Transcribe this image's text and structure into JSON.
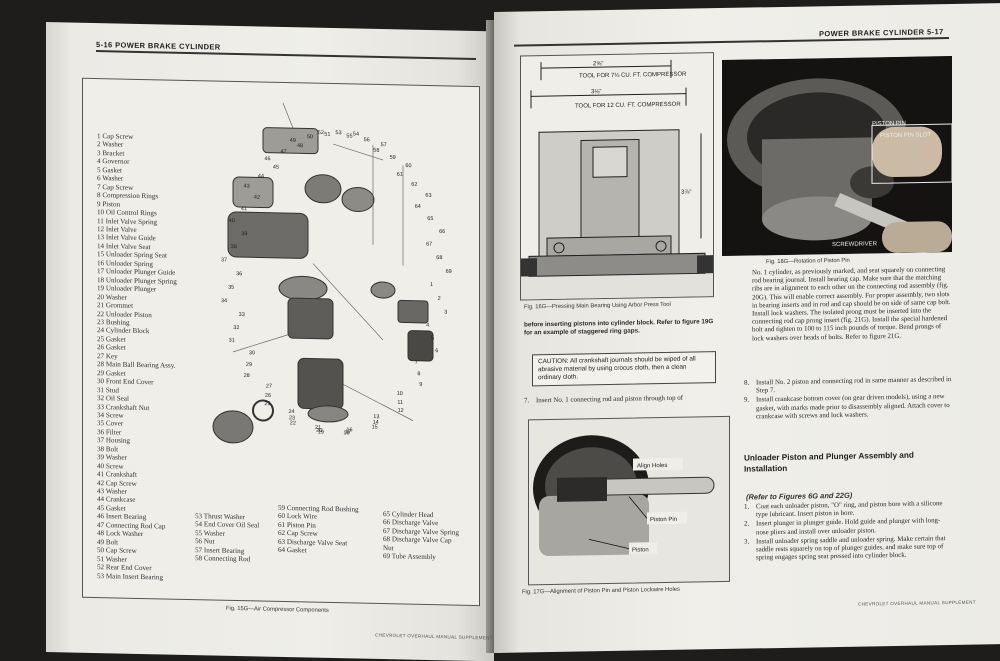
{
  "left_page": {
    "header": "5-16 POWER BRAKE CYLINDER",
    "legend_col1": [
      "1  Cap Screw",
      "2  Washer",
      "3  Bracket",
      "4  Governor",
      "5  Gasket",
      "6  Washer",
      "7  Cap Screw",
      "8  Compression Rings",
      "9  Piston",
      "10  Oil Control Rings",
      "11  Inlet Valve Spring",
      "12  Inlet Valve",
      "13  Inlet Valve Guide",
      "14  Inlet Valve Seat",
      "15  Unloader Spring Seat",
      "16  Unloader Spring",
      "17  Unloader Plunger Guide",
      "18  Unloader Plunger Spring",
      "19  Unloader Plunger",
      "20  Washer",
      "21  Grommet",
      "22  Unloader Piston",
      "23  Bushing",
      "24  Cylinder Block",
      "25  Gasket",
      "26  Gasket",
      "27  Key",
      "28  Main Ball Bearing Assy.",
      "29  Gasket",
      "30  Front End Cover",
      "31  Stud",
      "32  Oil Seal",
      "33  Crankshaft Nut",
      "34  Screw",
      "35  Cover",
      "36  Filter",
      "37  Housing",
      "38  Bolt",
      "39  Washer",
      "40  Screw",
      "41  Crankshaft",
      "42  Cap Screw",
      "43  Washer",
      "44  Crankcase",
      "45  Gasket",
      "46  Insert Bearing",
      "47  Connecting Rod Cap",
      "48  Lock Washer",
      "49  Bolt",
      "50  Cap Screw",
      "51  Washer",
      "52  Rear End Cover",
      "53  Main Insert Bearing"
    ],
    "legend_col2": [
      "53  Thrust Washer",
      "54  End Cover Oil Seal",
      "55  Washer",
      "56  Nut",
      "57  Insert Bearing",
      "58  Connecting Rod"
    ],
    "legend_col3": [
      "59  Connecting Rod Bushing",
      "60  Lock Wire",
      "61  Piston Pin",
      "62  Cap Screw",
      "63  Discharge Valve Seat",
      "64  Gasket"
    ],
    "legend_col4": [
      "65  Cylinder Head",
      "66  Discharge Valve",
      "67  Discharge Valve Spring",
      "68  Discharge Valve Cap",
      "    Nut",
      "69  Tube Assembly"
    ],
    "figure_caption": "Fig. 15G—Air Compressor Components",
    "callout_numbers": [
      "1",
      "2",
      "3",
      "4",
      "5",
      "6",
      "7",
      "8",
      "9",
      "10",
      "11",
      "12",
      "13",
      "14",
      "15",
      "16",
      "17",
      "18",
      "19",
      "20",
      "21",
      "22",
      "23",
      "24",
      "25",
      "26",
      "27",
      "28",
      "29",
      "30",
      "31",
      "32",
      "33",
      "34",
      "35",
      "36",
      "37",
      "38",
      "39",
      "40",
      "41",
      "42",
      "43",
      "44",
      "45",
      "46",
      "47",
      "48",
      "49",
      "50",
      "51",
      "52",
      "53",
      "54",
      "55",
      "56",
      "57",
      "58",
      "59",
      "60",
      "61",
      "62",
      "63",
      "64",
      "65",
      "66",
      "67",
      "68",
      "69"
    ]
  },
  "right_page": {
    "header": "POWER BRAKE CYLINDER 5-17",
    "fig16g": {
      "dim_top": "2⅝\"",
      "tool_7": "TOOL FOR 7¼ CU. FT. COMPRESSOR",
      "dim_mid": "3⅛\"",
      "tool_12": "TOOL FOR 12 CU. FT. COMPRESSOR",
      "dim_side": "3⅞\"",
      "caption": "Fig. 16G—Pressing Main Bearing Using Arbor Press Tool"
    },
    "fig18g": {
      "piston_pin": "PISTON PIN",
      "slot": "PISTON PIN SLOT",
      "screwdriver": "SCREWDRIVER",
      "caption": "Fig. 18G—Rotation of Piston Pin"
    },
    "intro_text": "before inserting pistons into cylinder block. Refer to figure 19G for an example of staggered ring gaps.",
    "caution": "CAUTION: All crankshaft journals should be wiped of all abrasive material by using crocus cloth, then a clean ordinary cloth.",
    "step7": {
      "num": "7.",
      "text": "Insert No. 1 connecting rod and piston through top of"
    },
    "fig17g": {
      "align_holes": "Align Holes",
      "piston_pin": "Piston Pin",
      "piston": "Piston",
      "caption": "Fig. 17G—Alignment of Piston Pin and Piston Lockwire Holes"
    },
    "continued_text": "No. 1 cylinder, as previously marked, and seat squarely on connecting rod bearing journal. Install bearing cap. Make sure that the matching ribs are in alignment to each other on the connecting rod assembly (fig. 20G). This will enable correct assembly. For proper assembly, two slots in bearing inserts and in rod and cap should be on side of same cap bolt. Install lock washers. The isolated prong must be inserted into the connecting rod cap prong insert (fig. 21G). Install the special hardened bolt and tighten to 100 to 115 inch pounds of torque. Bend prongs of lock washers over heads of bolts. Refer to figure 21G.",
    "steps_8_9": [
      {
        "num": "8.",
        "text": "Install No. 2 piston and connecting rod in same manner as described in Step 7."
      },
      {
        "num": "9.",
        "text": "Install crankcase bottom cover (on gear driven models), using a new gasket, with marks made prior to disassembly aligned. Attach cover to crankcase with screws and lock washers."
      }
    ],
    "section_title": "Unloader Piston and Plunger Assembly and Installation",
    "section_ref": "(Refer to Figures 6G and 22G)",
    "section_steps": [
      {
        "num": "1.",
        "text": "Coat each unloader piston, \"O\" ring, and piston bore with a silicone type lubricant. Insert piston in bore."
      },
      {
        "num": "2.",
        "text": "Insert plunger in plunger guide. Hold guide and plunger with long-nose pliers and install over unloader piston."
      },
      {
        "num": "3.",
        "text": "Install unloader spring saddle and unloader spring. Make certain that saddle rests squarely on top of plunger guides, and make sure top of spring engages spring seat pressed into cylinder block."
      }
    ],
    "footer": "CHEVROLET OVERHAUL MANUAL SUPPLEMENT"
  },
  "left_footer": "CHEVROLET OVERHAUL MANUAL SUPPLEMENT"
}
